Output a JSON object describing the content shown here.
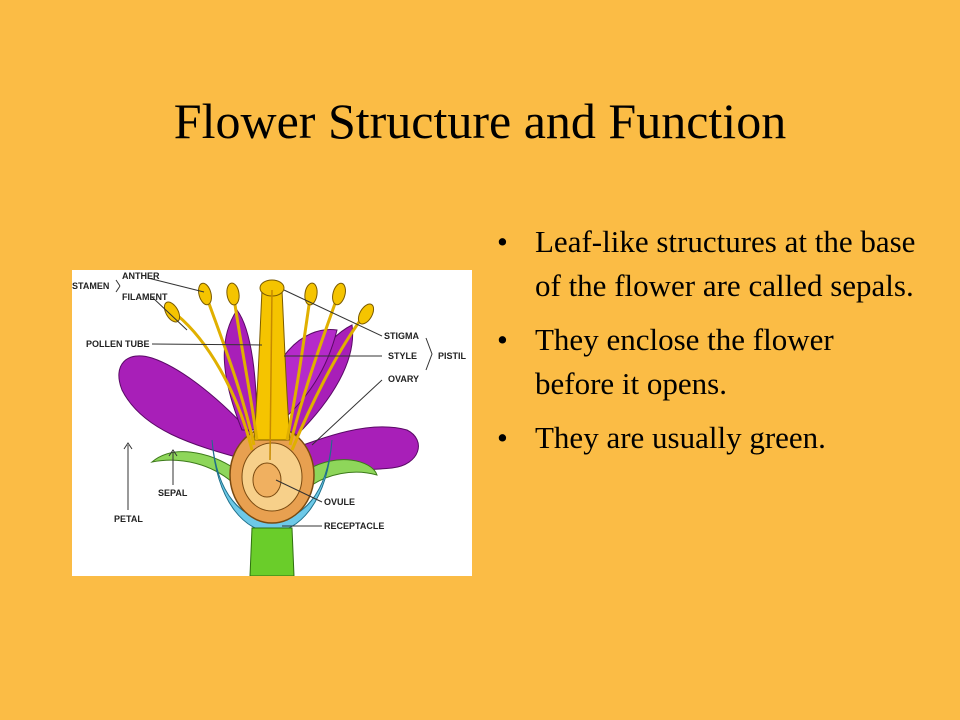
{
  "slide": {
    "title": "Flower Structure and Function",
    "bullets": [
      "Leaf-like structures at the base of the flower are called sepals.",
      "They enclose the flower before it opens.",
      "They are usually green."
    ],
    "bullet_glyph": "•"
  },
  "diagram": {
    "labels": {
      "stamen": "STAMEN",
      "anther": "ANTHER",
      "filament": "FILAMENT",
      "pollen_tube": "POLLEN TUBE",
      "stigma": "STIGMA",
      "style": "STYLE",
      "pistil": "PISTIL",
      "ovary": "OVARY",
      "sepal": "SEPAL",
      "petal": "PETAL",
      "ovule": "OVULE",
      "receptacle": "RECEPTACLE"
    },
    "colors": {
      "background": "#FBBC45",
      "petal": "#A81FB8",
      "pistil": "#F5C400",
      "ovary": "#E8A050",
      "receptacle": "#6DC9E8",
      "stem": "#6ACD2A",
      "sepal": "#8ED65A"
    }
  }
}
